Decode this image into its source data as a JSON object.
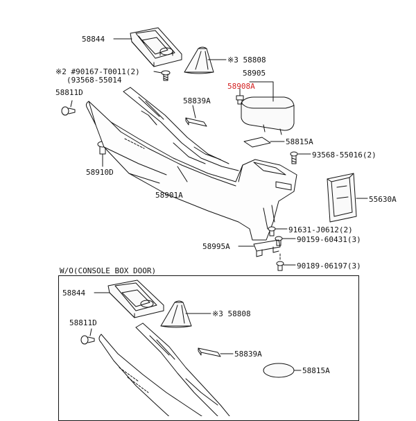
{
  "labels": {
    "p58844_top": "58844",
    "p58808_top": "※3 58808",
    "p90167": "※2 #90167-T0011(2)",
    "p93568_55014": "(93568-55014",
    "p58905": "58905",
    "p58908a": "58908A",
    "p58811d_top": "58811D",
    "p58839a_top": "58839A",
    "p58815a_top": "58815A",
    "p93568_55016": "93568-55016(2)",
    "p58910d": "58910D",
    "p58901a": "58901A",
    "p55630a": "55630A",
    "p91631": "91631-J0612(2)",
    "p90159": "90159-60431(3)",
    "p58995a": "58995A",
    "p90189": "90189-06197(3)",
    "section_title": "W/O(CONSOLE BOX DOOR)",
    "p58844_bottom": "58844",
    "p58811d_bottom": "58811D",
    "p58808_bottom": "※3 58808",
    "p58839a_bottom": "58839A",
    "p58815a_bottom": "58815A"
  },
  "colors": {
    "line": "#111111",
    "highlight": "#d32020",
    "background": "#ffffff"
  }
}
